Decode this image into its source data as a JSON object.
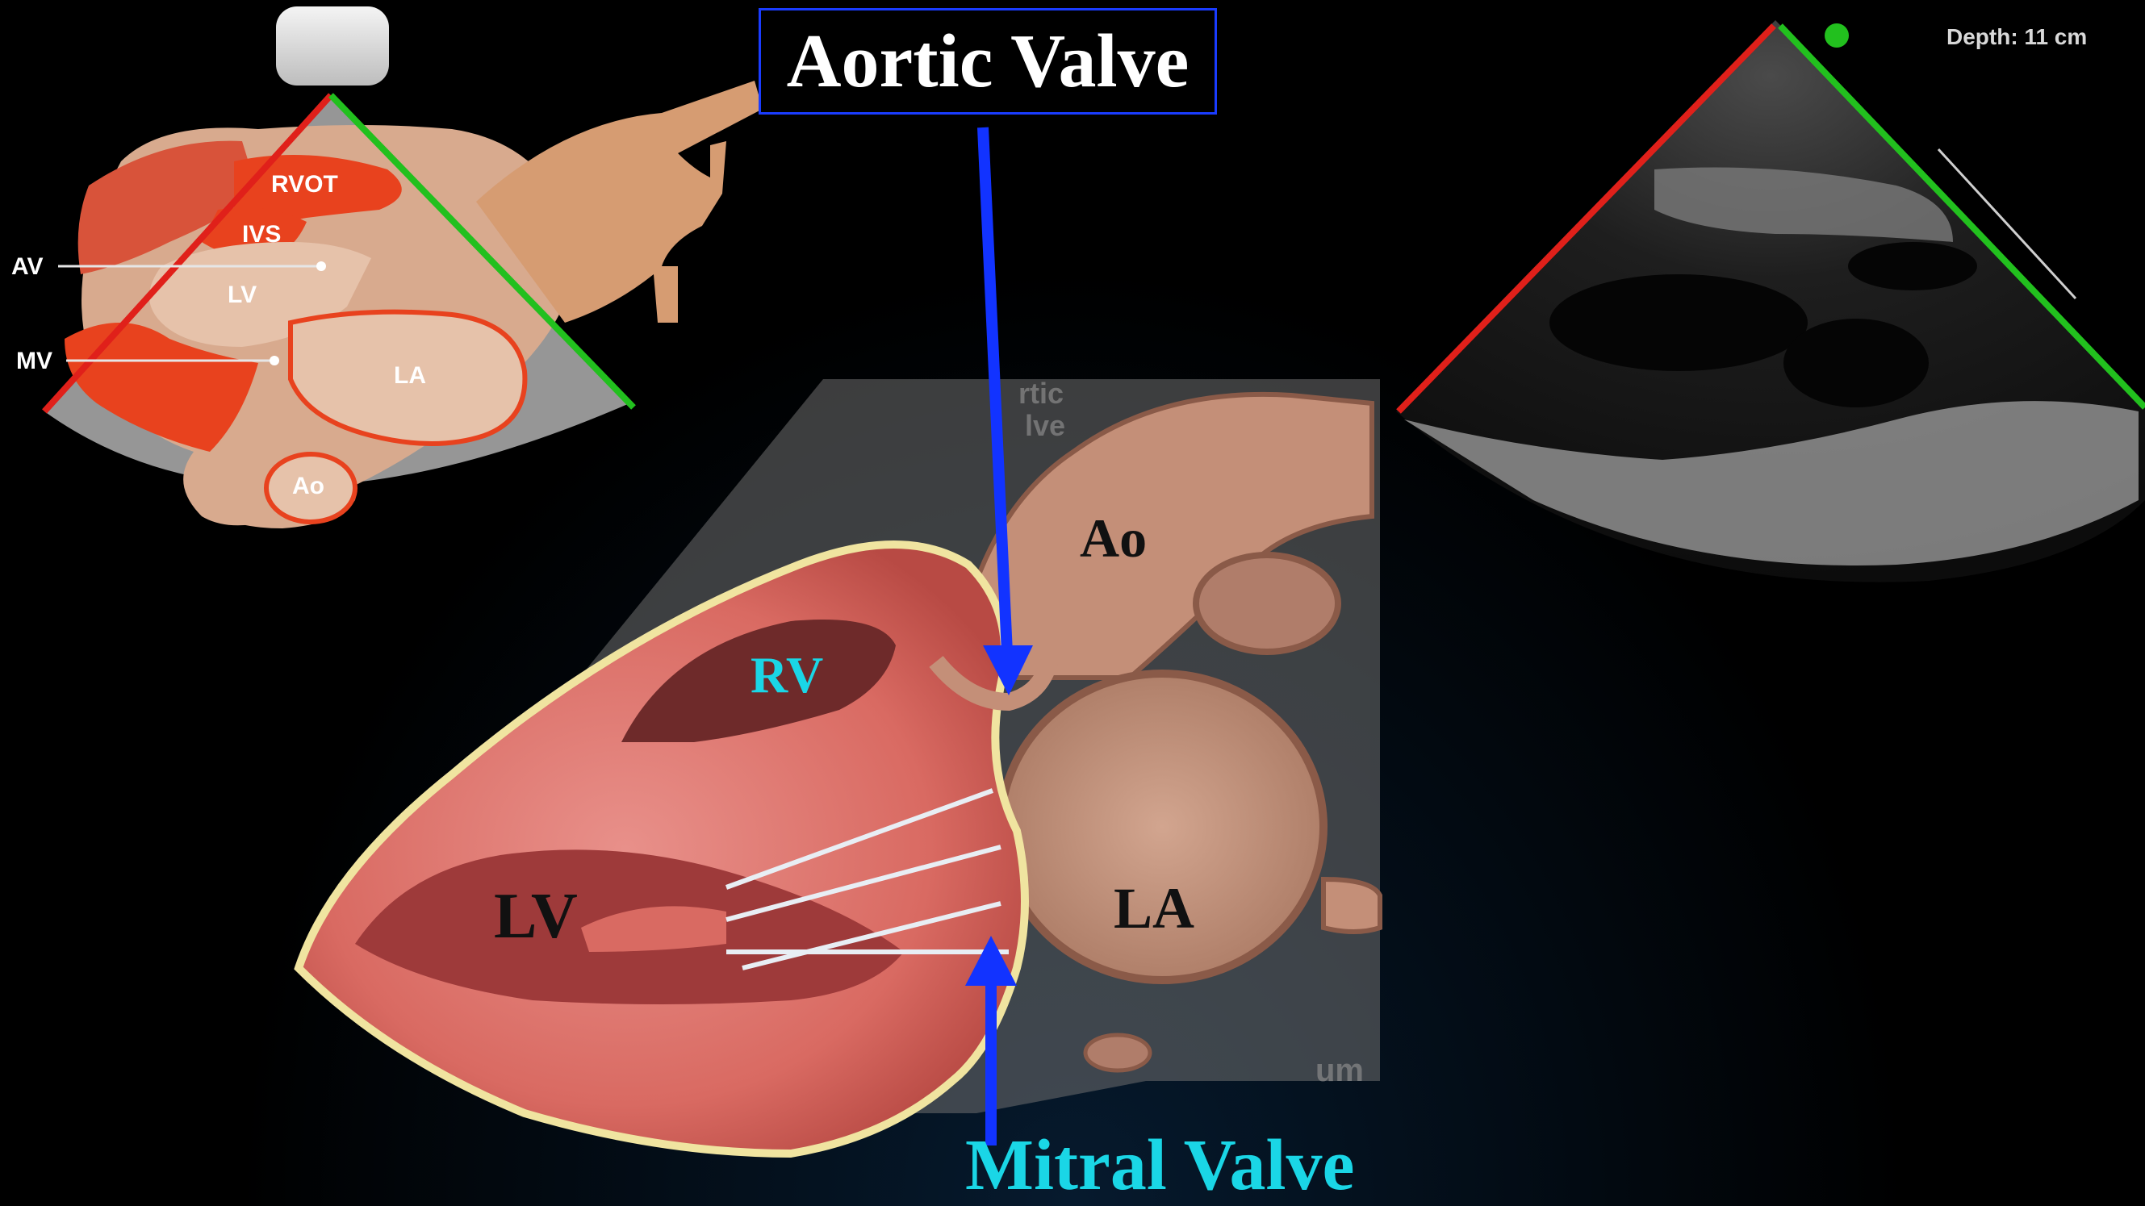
{
  "title": "Aortic Valve",
  "bottom_label": "Mitral Valve",
  "schematic": {
    "labels": {
      "rvot": "RVOT",
      "ivs": "IVS",
      "lv": "LV",
      "la": "LA",
      "ao": "Ao"
    },
    "pointers": {
      "av": "AV",
      "mv": "MV"
    }
  },
  "anatomy": {
    "labels": {
      "rv": "RV",
      "lv": "LV",
      "la": "LA",
      "ao": "Ao"
    },
    "faded_text": {
      "aortic": "rtic",
      "valve": "lve",
      "septum": "um"
    }
  },
  "ultrasound": {
    "depth": "Depth: 11 cm"
  },
  "colors": {
    "arrow": "#1233ff",
    "plane_left": "#e0201a",
    "plane_right": "#22c01e",
    "rv_label": "#1ad6e6",
    "mitral_label": "#1ad6e6"
  }
}
